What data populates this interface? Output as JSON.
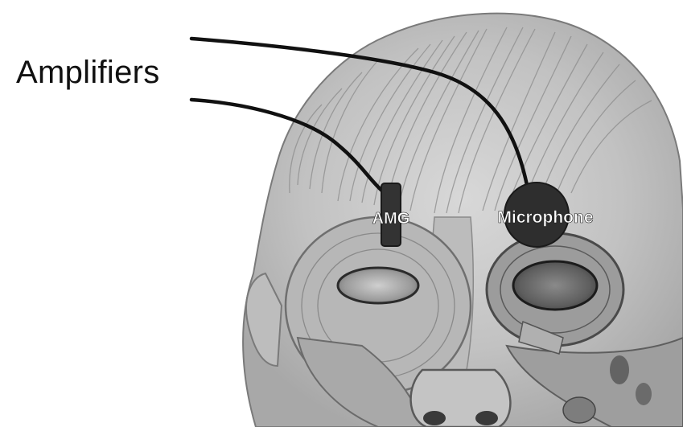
{
  "diagram": {
    "label": "Amplifiers",
    "sensors": [
      {
        "label": "AMG",
        "shape": "rounded-rectangle",
        "color": "#333333"
      },
      {
        "label": "Microphone",
        "shape": "circle",
        "color": "#2e2e2e"
      }
    ],
    "illustration": "facial-muscle-anatomy-head"
  }
}
